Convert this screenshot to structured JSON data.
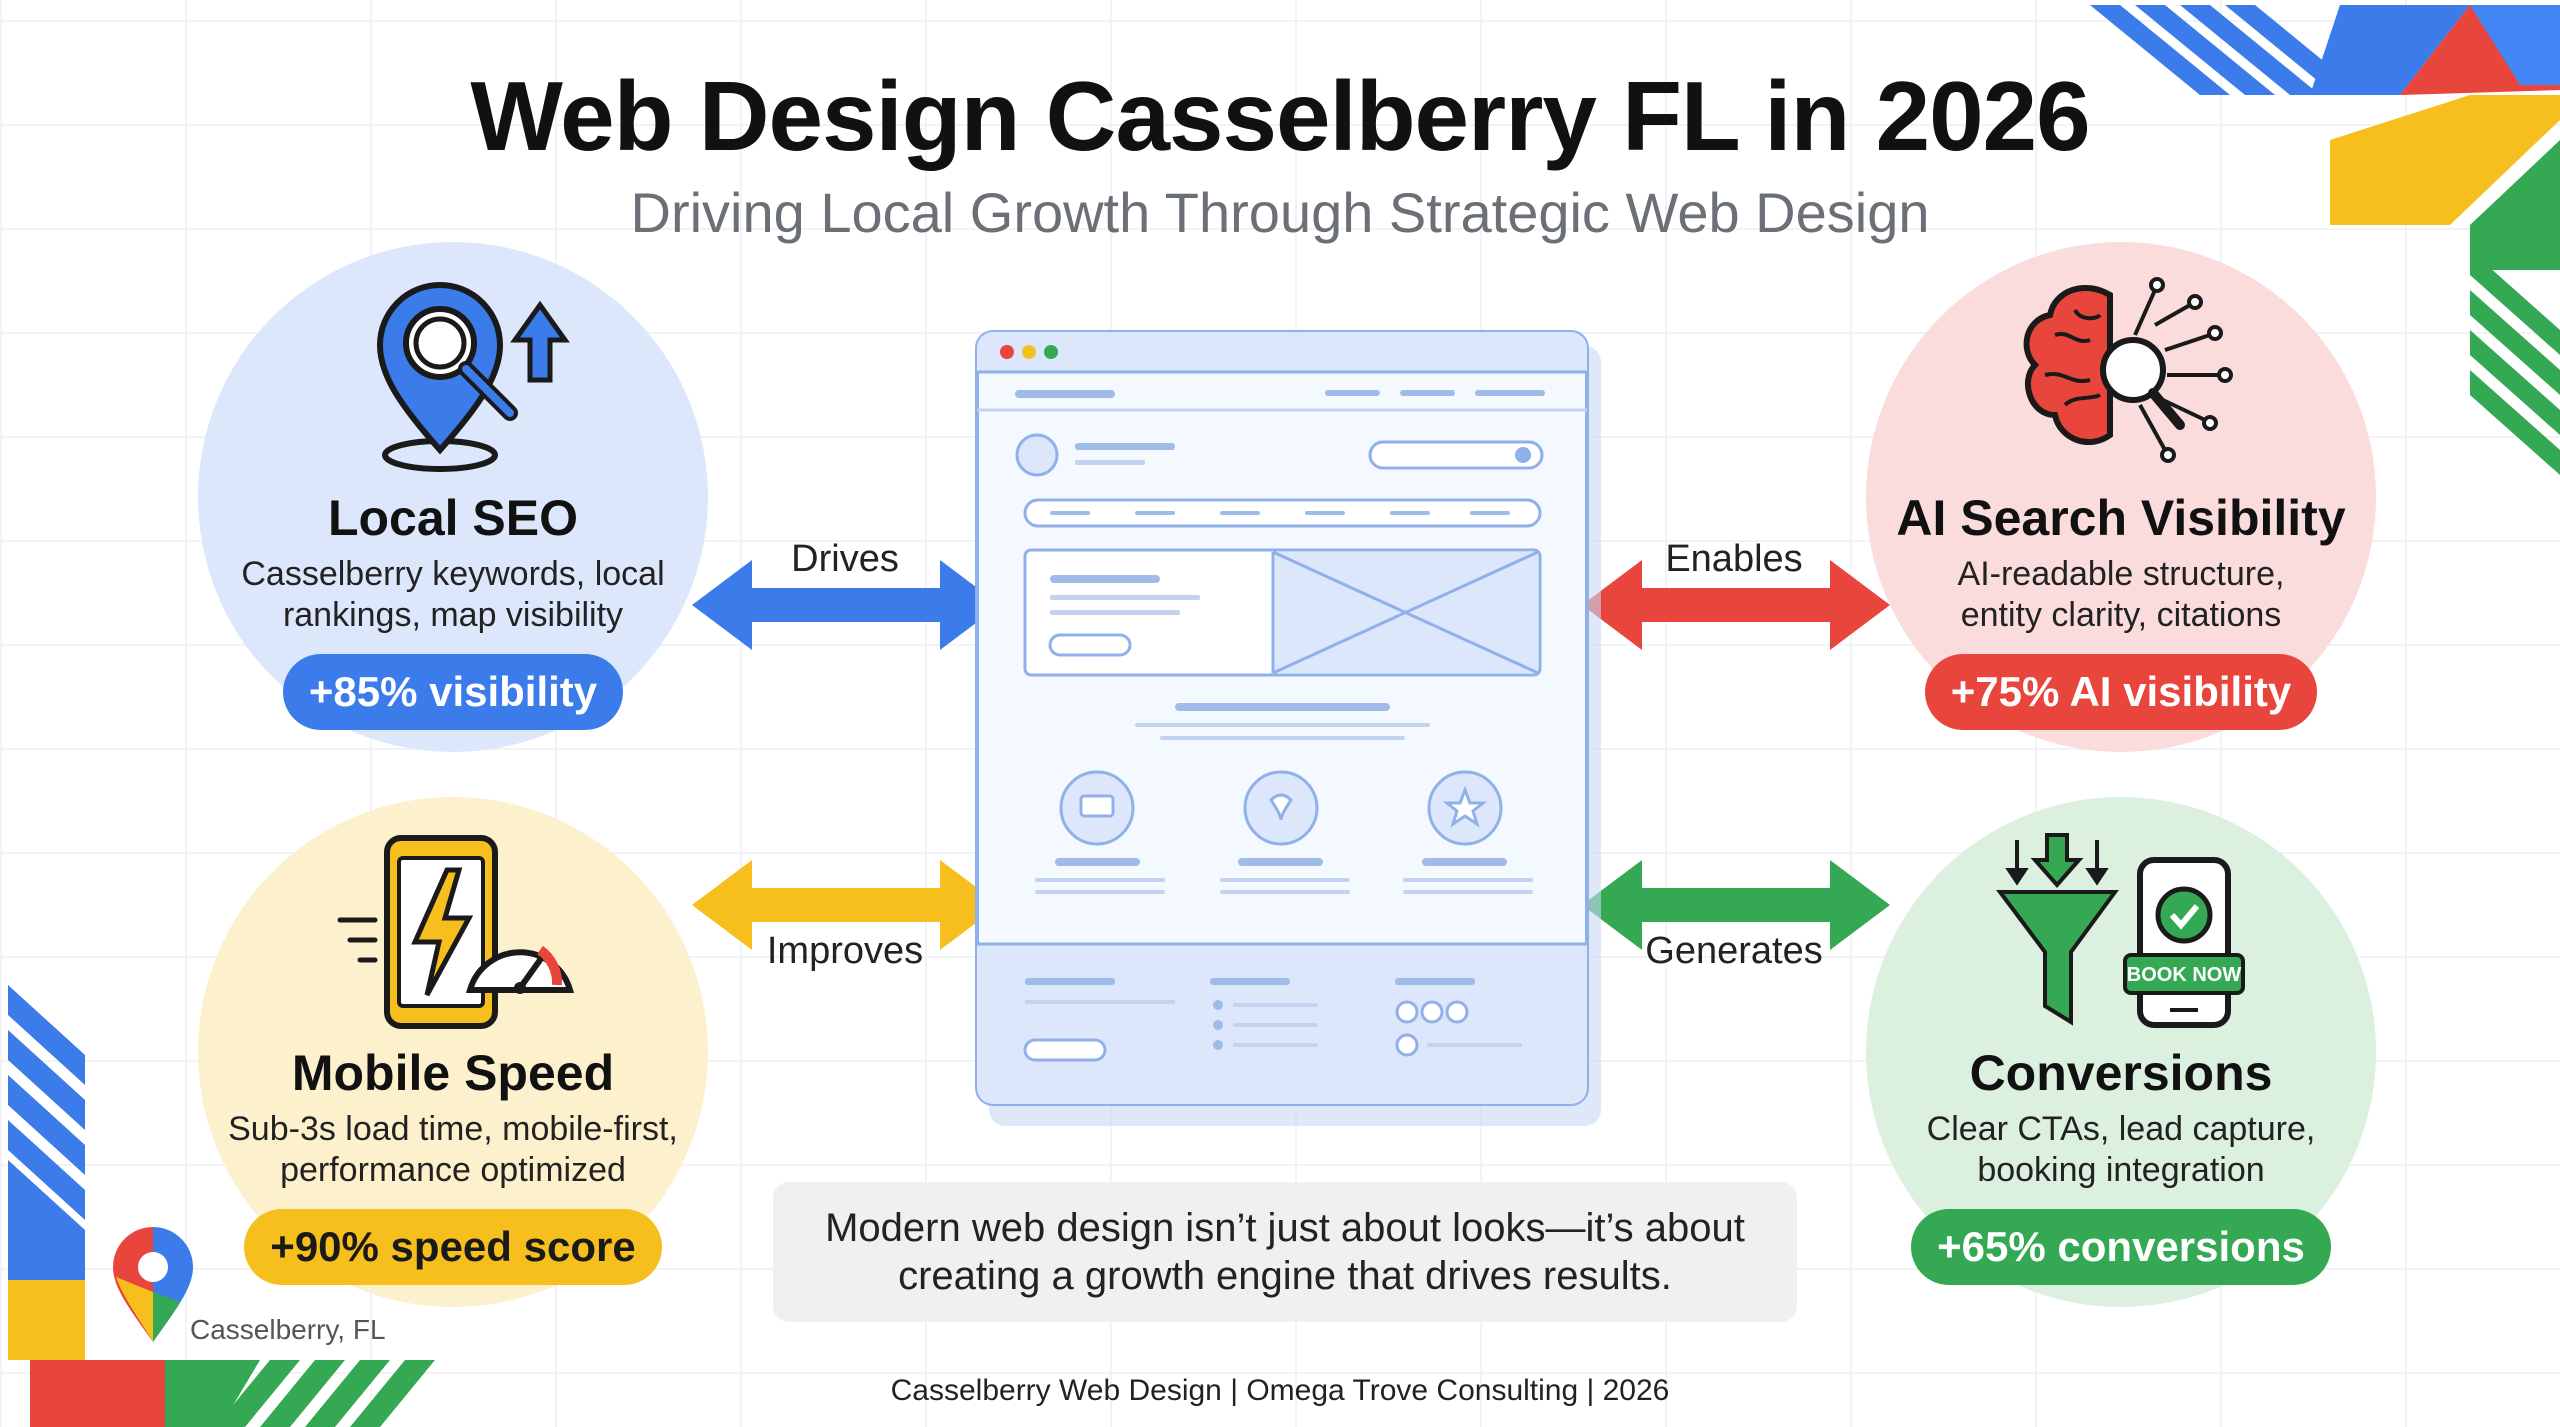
{
  "header": {
    "title": "Web Design Casselberry FL in 2026",
    "subtitle": "Driving Local Growth Through Strategic Web Design"
  },
  "features": [
    {
      "title": "Local SEO",
      "desc_line1": "Casselberry keywords, local",
      "desc_line2": "rankings, map visibility",
      "stat": "+85% visibility",
      "color": "#3b7bea",
      "icon": "map-pin-search-icon"
    },
    {
      "title": "AI Search Visibility",
      "desc_line1": "AI-readable structure,",
      "desc_line2": "entity clarity, citations",
      "stat": "+75% AI visibility",
      "color": "#e8453c",
      "icon": "brain-search-icon"
    },
    {
      "title": "Mobile Speed",
      "desc_line1": "Sub-3s load time, mobile-first,",
      "desc_line2": "performance optimized",
      "stat": "+90% speed score",
      "color": "#f6bf1e",
      "icon": "phone-speed-icon"
    },
    {
      "title": "Conversions",
      "desc_line1": "Clear CTAs, lead capture,",
      "desc_line2": "booking integration",
      "stat": "+65% conversions",
      "color": "#34a853",
      "icon": "funnel-booking-icon"
    }
  ],
  "arrows": {
    "drives": "Drives",
    "enables": "Enables",
    "improves": "Improves",
    "generates": "Generates"
  },
  "book_now": "BOOK NOW",
  "quote": {
    "line1": "Modern web design isn’t just about looks—it’s about",
    "line2": "creating a growth engine that drives results."
  },
  "location": "Casselberry, FL",
  "footer": "Casselberry Web Design | Omega Trove Consulting | 2026"
}
